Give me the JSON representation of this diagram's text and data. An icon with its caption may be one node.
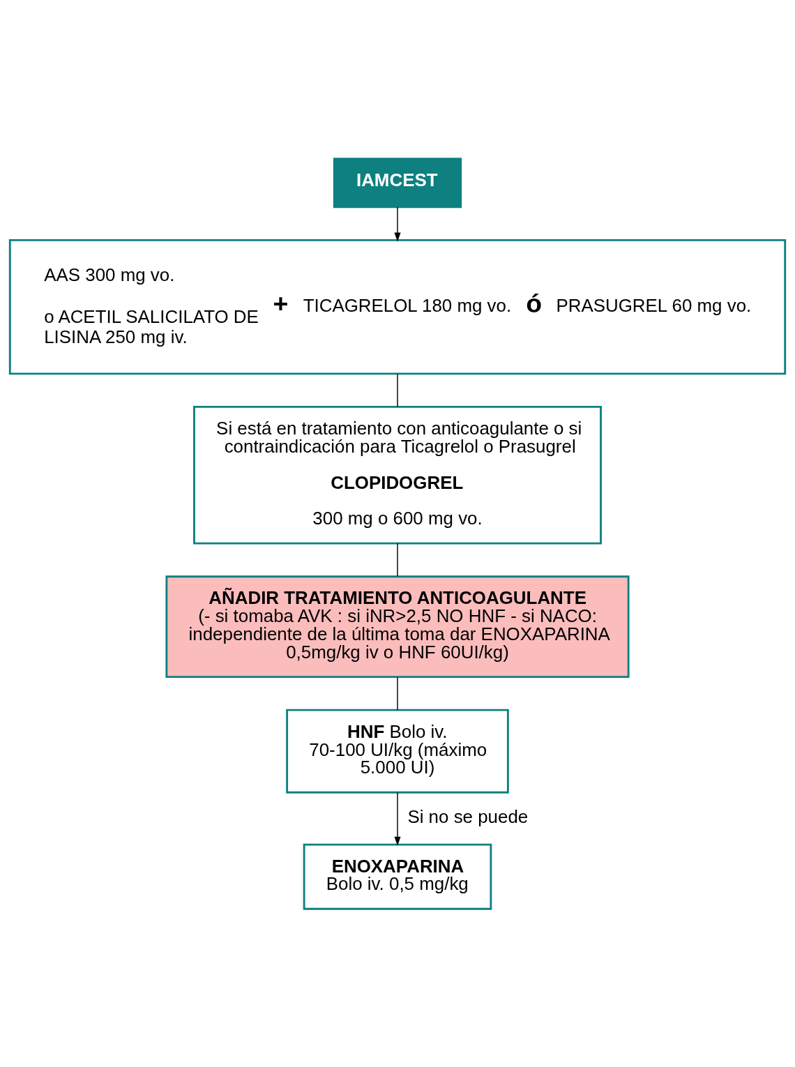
{
  "diagram": {
    "nodes": [
      {
        "text": [
          "IAMCEST"
        ]
      },
      {
        "text": [
          "AAS 300 mg vo.",
          "o ACETIL SALICILATO DE LISINA 250 mg iv.",
          "+",
          "TICAGRELOL 180 mg vo.",
          "ó",
          "PRASUGREL 60 mg vo."
        ]
      },
      {
        "text": [
          "Si está en tratamiento con anticoagulante o si contraindicación para Ticagrelol o Prasugrel",
          "CLOPIDOGREL",
          "300 mg o 600 mg vo."
        ]
      },
      {
        "text": [
          "AÑADIR TRATAMIENTO ANTICOAGULANTE",
          "(- si tomaba AVK : si iNR>2,5 NO HNF - si NACO: independiente de la última toma dar ENOXAPARINA 0,5mg/kg iv o HNF 60UI/kg)"
        ]
      },
      {
        "text": [
          "**HNF** Bolo iv. 70-100 UI/kg (máximo 5.000 UI)"
        ]
      },
      {
        "text": [
          "ENOXAPARINA",
          "Bolo iv. 0,5 mg/kg"
        ]
      }
    ],
    "edges": [
      {
        "from": 0,
        "to": 1,
        "arrow": "to"
      },
      {
        "from": 1,
        "to": 2,
        "arrow": "none"
      },
      {
        "from": 2,
        "to": 3,
        "arrow": "none"
      },
      {
        "from": 3,
        "to": 4,
        "arrow": "none"
      },
      {
        "from": 4,
        "to": 5,
        "arrow": "to",
        "label": "Si no se puede"
      }
    ]
  }
}
